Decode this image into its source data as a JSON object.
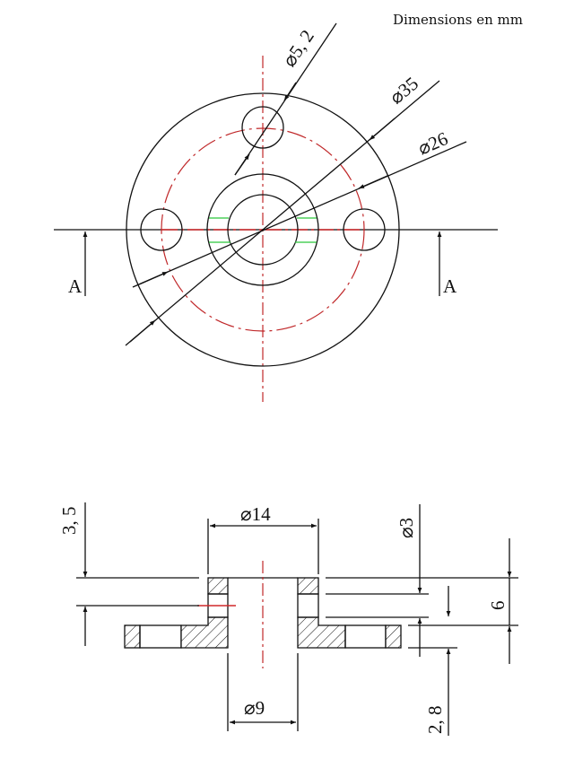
{
  "title": "Dimensions en mm",
  "top_view": {
    "dim_hole": "⌀5, 2",
    "dim_outer": "⌀35",
    "dim_pitch": "⌀26",
    "section_left": "A",
    "section_right": "A"
  },
  "section_view": {
    "dim_height_left": "3, 5",
    "dim_hub": "⌀14",
    "dim_screw": "⌀3",
    "dim_total": "6",
    "dim_flange": "2, 8",
    "dim_bore": "⌀9"
  },
  "colors": {
    "line": "#111111",
    "centerline": "#c0282a",
    "thread": "#2bc83a"
  }
}
